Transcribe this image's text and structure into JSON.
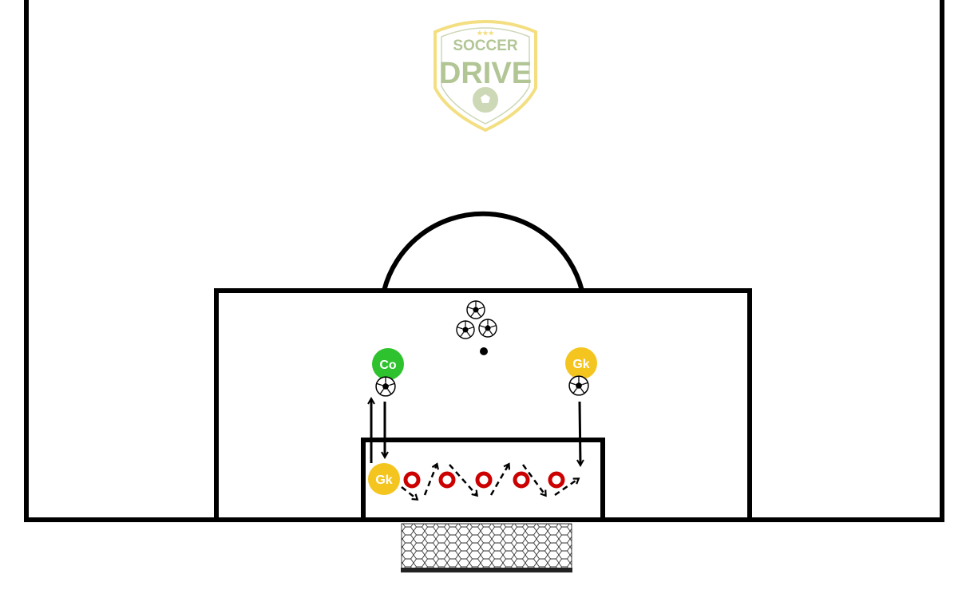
{
  "logo": {
    "line1": "SOCCER",
    "line2": "DRIVE",
    "stars": "★★★",
    "colors": {
      "outline": "#f2dc74",
      "text": "#aac08a"
    }
  },
  "players": [
    {
      "label": "Co",
      "role": "coach",
      "color": "#2ec22e"
    },
    {
      "label": "Gk",
      "role": "goalkeeper-server",
      "color": "#f4c51f"
    },
    {
      "label": "Gk",
      "role": "goalkeeper-working",
      "color": "#f4c51f"
    }
  ],
  "cones": {
    "count": 5,
    "color": "#cc0000"
  },
  "ball_pile": {
    "count": 3
  },
  "goal": {
    "net_color": "#333333"
  },
  "colors": {
    "lines": "#000000",
    "background": "#ffffff",
    "player_text": "#ffffff"
  }
}
